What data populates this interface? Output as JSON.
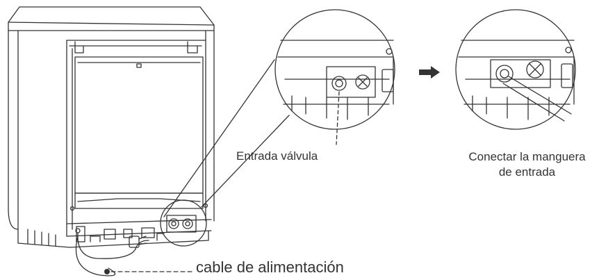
{
  "labels": {
    "valve_inlet": "Entrada válvula",
    "connect_hose_line1": "Conectar la manguera",
    "connect_hose_line2": "de entrada",
    "power_cable": "cable de alimentación"
  },
  "icons": [
    "dishwasher-rear-icon",
    "zoom-circle-icon",
    "arrow-right-icon",
    "power-plug-icon"
  ],
  "colors": {
    "line": "#333333",
    "arrow": "#333333",
    "background": "#ffffff"
  }
}
